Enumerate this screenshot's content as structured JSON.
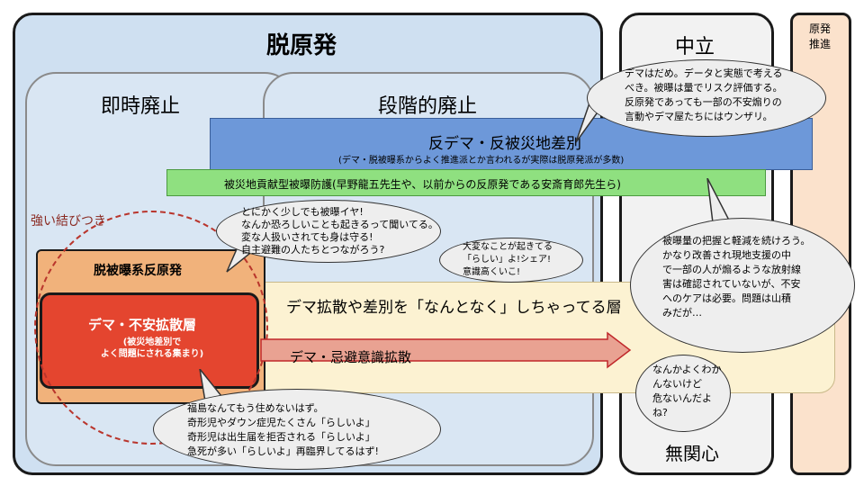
{
  "panels": {
    "anti_nuclear": "脱原発",
    "immediate": "即時廃止",
    "gradual": "段階的廃止",
    "neutral": "中立",
    "pro_nuclear": [
      "原発",
      "推進"
    ],
    "indifferent": "無関心"
  },
  "bars": {
    "anti_demagogy_title": "反デマ・反被災地差別",
    "anti_demagogy_note": "(デマ・脱被曝系からよく推進派とか言われるが実際は脱原発派が多数)",
    "green_bar": "被災地貢献型被曝防護(早野龍五先生や、以前からの反原発である安斎育郎先生ら)"
  },
  "labels": {
    "strong_ties": "強い結びつき",
    "anti_exposure": "脱被曝系反原発",
    "demagogy_layer": "デマ・不安拡散層",
    "demagogy_note": [
      "(被災地差別で",
      "よく問題にされる集まり)"
    ],
    "vague_layer": "デマ拡散や差別を「なんとなく」しちゃってる層",
    "taboo_arrow": "デマ・忌避意識拡散"
  },
  "bubbles": {
    "neutral_top": [
      "デマはだめ。データと実態で考える",
      "べき。被曝は量でリスク評価する。",
      "反原発であっても一部の不安煽りの",
      "言動やデマ屋たちにはウンザリ。"
    ],
    "anxious": [
      "とにかく少しでも被曝イヤ!",
      "なんか恐ろしいことも起きるって聞いてる。",
      "変な人扱いされても身は守る!",
      "自主避難の人たちとつながろう?"
    ],
    "awareness": [
      "大変なことが起きてる",
      "「らしい」よ!シェア!",
      "意識高くいこ!"
    ],
    "neutral_mid": [
      "被曝量の把握と軽減を続けろう。",
      "かなり改善され現地支援の中",
      "で一部の人が煽るような放射線",
      "害は確認されていないが、不安",
      "へのケアは必要。問題は山積",
      "みだが…"
    ],
    "indifferent": [
      "なんかよくわか",
      "んないけど",
      "危ないんだよ",
      "ね?"
    ],
    "rumors": [
      "福島なんてもう住めないはず。",
      "奇形児やダウン症児たくさん「らしいよ」",
      "奇形児は出生届を拒否される「らしいよ」",
      "急死が多い「らしいよ」再臨界してるはず!"
    ]
  },
  "colors": {
    "main_panel": "#cfe0f1",
    "blue_bar": "#6d98d9",
    "green_bar": "#8fe080",
    "orange_box": "#f1b27b",
    "red_box": "#e4452f",
    "beige_layer": "#fcf2d2",
    "pro_panel": "#fbe2cc",
    "circle": "#b9352c"
  }
}
